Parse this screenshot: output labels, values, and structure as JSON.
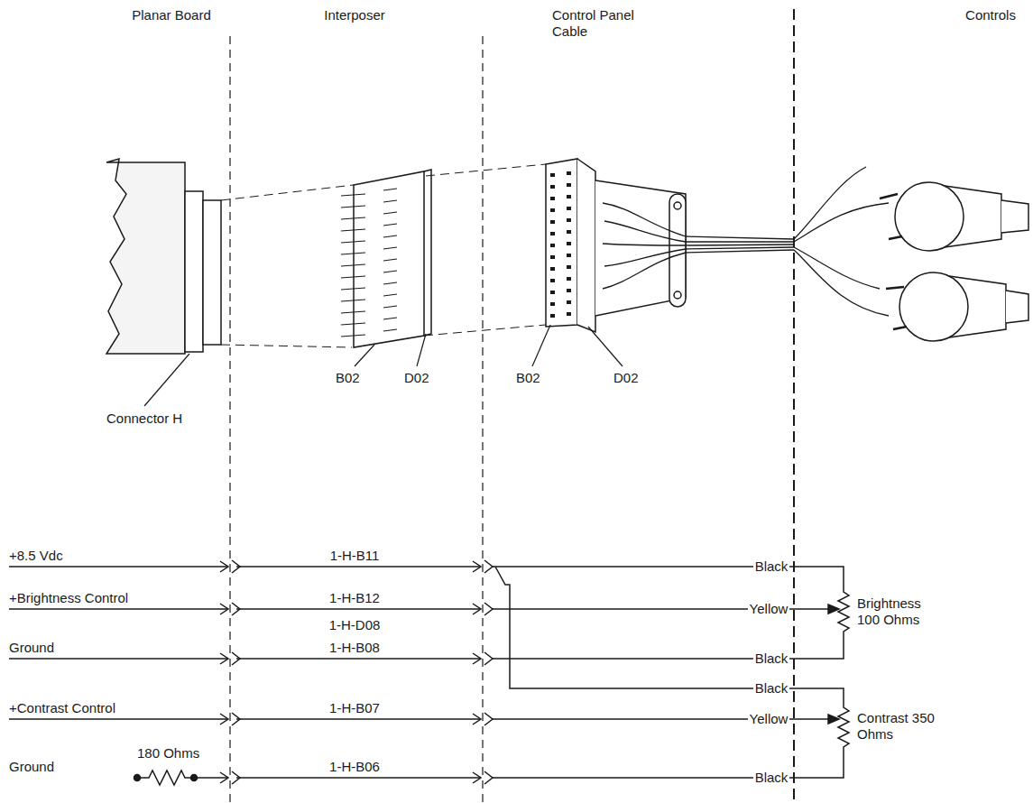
{
  "diagram": {
    "labels": [
      "Planar Board",
      "Interposer",
      "Control Panel Cable",
      "Controls",
      "Connector H",
      "B02",
      "D02",
      "B02",
      "D02",
      "+8.5 Vdc",
      "1-H-B11",
      "Black",
      "+Brightness Control",
      "1-H-B12",
      "Yellow",
      "Brightness 100 Ohms",
      "1-H-D08",
      "Ground",
      "1-H-B08",
      "Black",
      "Black",
      "+Contrast Control",
      "1-H-B07",
      "Yellow",
      "Contrast 350 Ohms",
      "Ground",
      "180 Ohms",
      "1-H-B06",
      "Black"
    ]
  }
}
